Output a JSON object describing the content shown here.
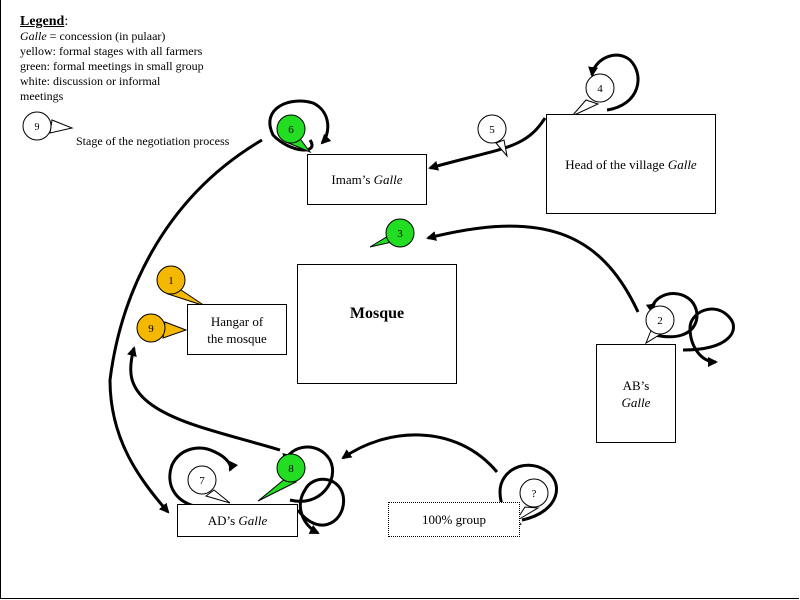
{
  "legend": {
    "title": "Legend",
    "colon": ":",
    "galle_word": "Galle",
    "galle_def": " = concession (in pulaar)",
    "yellow": "yellow: formal stages with all farmers",
    "green": "green: formal meetings in small group",
    "white_1": "white: discussion or informal",
    "white_2": "meetings",
    "sample_number": "9",
    "stage_text": "Stage of the negotiation process"
  },
  "places": {
    "imam": {
      "text": "Imam’s ",
      "galle": "Galle"
    },
    "head": {
      "text": "Head of the village ",
      "galle": "Galle"
    },
    "hangar": {
      "line1": "Hangar of",
      "line2": "the mosque"
    },
    "mosque": {
      "text": "Mosque"
    },
    "ab": {
      "line1": "AB’s",
      "galle": "Galle"
    },
    "ad": {
      "text": "AD’s ",
      "galle": "Galle"
    },
    "group": {
      "text": "100% group"
    }
  },
  "stages": [
    {
      "id": "1",
      "color": "#f5b800"
    },
    {
      "id": "2",
      "color": "#ffffff"
    },
    {
      "id": "3",
      "color": "#22dd22"
    },
    {
      "id": "4",
      "color": "#ffffff"
    },
    {
      "id": "5",
      "color": "#ffffff"
    },
    {
      "id": "6",
      "color": "#22dd22"
    },
    {
      "id": "7",
      "color": "#ffffff"
    },
    {
      "id": "8",
      "color": "#22dd22"
    },
    {
      "id": "9",
      "color": "#f5b800"
    },
    {
      "id": "?",
      "color": "#ffffff"
    }
  ]
}
